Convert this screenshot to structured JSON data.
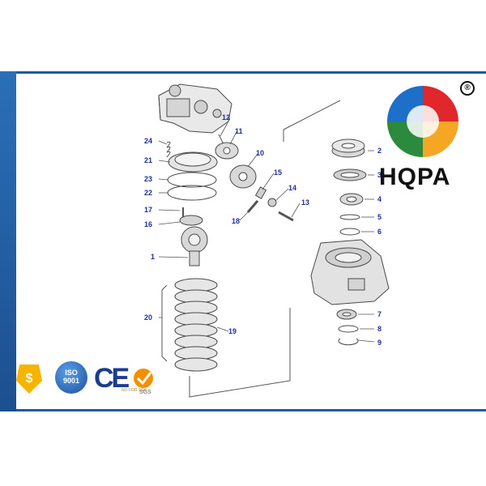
{
  "brand": {
    "name": "HQPA",
    "registered_mark": "®",
    "logo_colors": [
      "#e0282c",
      "#2b8a3e",
      "#f5a623",
      "#1e6fc8"
    ]
  },
  "diagram": {
    "part_labels": [
      "1",
      "2",
      "3",
      "4",
      "5",
      "6",
      "7",
      "8",
      "9",
      "10",
      "11",
      "12",
      "13",
      "14",
      "15",
      "16",
      "17",
      "18",
      "19",
      "20",
      "21",
      "22",
      "23",
      "24"
    ],
    "label_color": "#1f2f9a"
  },
  "badges": {
    "ce": "CE",
    "iso_line1": "ISO",
    "iso_line2": "9001",
    "sgs": "SGS",
    "sgs_small": "NO FOR SGS",
    "shield_icon": "dollar-shield-icon"
  },
  "colors": {
    "frame_blue": "#1e5aa0",
    "badge_yellow": "#f6b400"
  }
}
